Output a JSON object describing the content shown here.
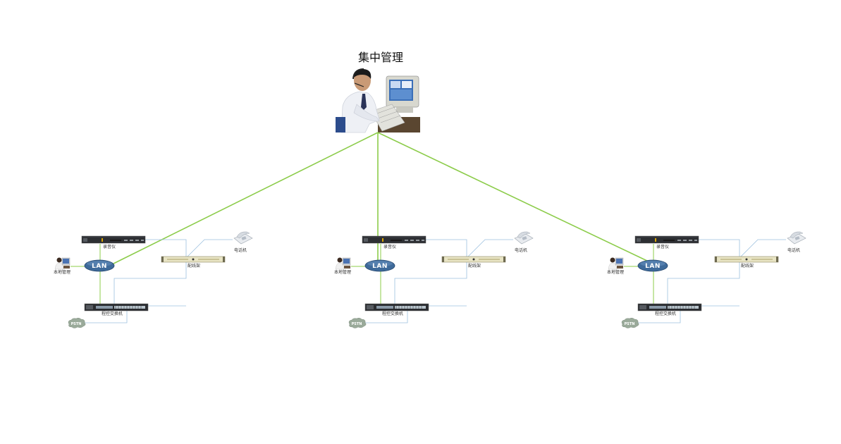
{
  "central": {
    "title": "集中管理",
    "image": "operator-at-computer-icon"
  },
  "sites": [
    {
      "recorder": "录音仪",
      "phone": "电话机",
      "patch_panel": "配线架",
      "lan": "LAN",
      "local_mgmt": "本地管理",
      "pbx": "程控交换机",
      "pstn": "PSTN"
    },
    {
      "recorder": "录音仪",
      "phone": "电话机",
      "patch_panel": "配线架",
      "lan": "LAN",
      "local_mgmt": "本地管理",
      "pbx": "程控交换机",
      "pstn": "PSTN"
    },
    {
      "recorder": "录音仪",
      "phone": "电话机",
      "patch_panel": "配线架",
      "lan": "LAN",
      "local_mgmt": "本地管理",
      "pbx": "程控交换机",
      "pstn": "PSTN"
    }
  ],
  "colors": {
    "wan_link": "#8ccc4a",
    "phone_line": "#9cc0e0",
    "lan_link": "#8ccc4a",
    "lan_oval": "#3e6a9a",
    "pstn_cloud": "#9aaa9a"
  }
}
